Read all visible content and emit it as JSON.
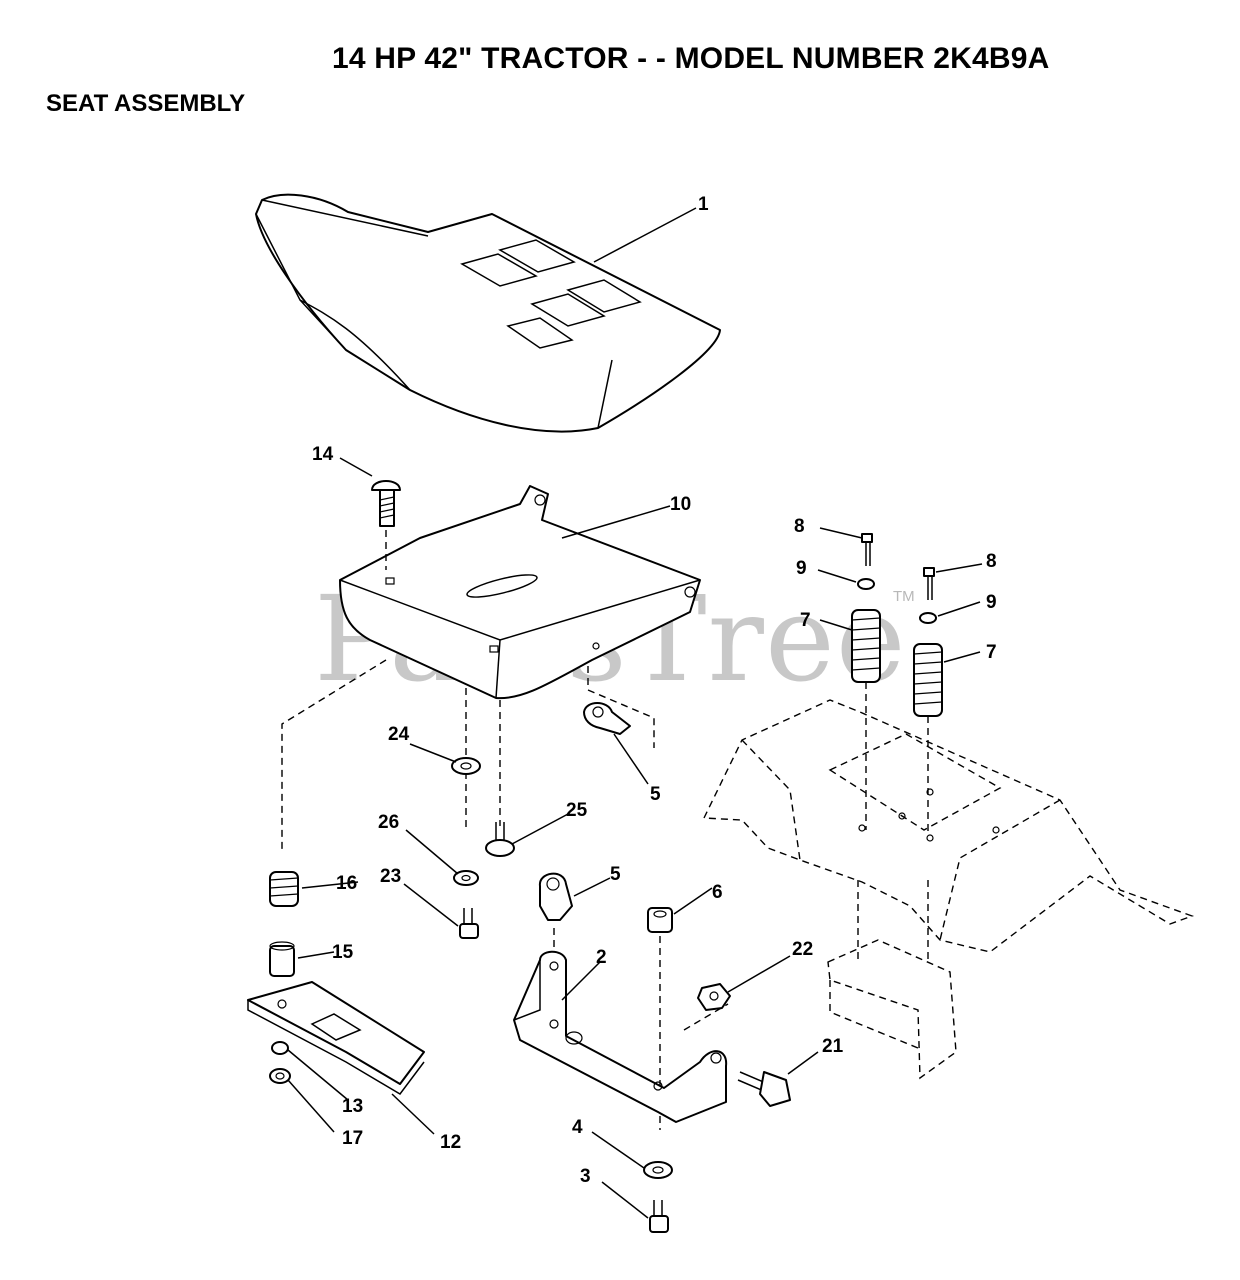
{
  "header": {
    "title": "14 HP 42\" TRACTOR - - MODEL NUMBER 2K4B9A",
    "section": "SEAT ASSEMBLY"
  },
  "watermark": {
    "text": "PartsTree",
    "trademark": "TM"
  },
  "callouts": {
    "c1": "1",
    "c2": "2",
    "c3": "3",
    "c4": "4",
    "c5a": "5",
    "c5b": "5",
    "c6": "6",
    "c7a": "7",
    "c7b": "7",
    "c8a": "8",
    "c8b": "8",
    "c9a": "9",
    "c9b": "9",
    "c10": "10",
    "c12": "12",
    "c13": "13",
    "c14": "14",
    "c15": "15",
    "c16": "16",
    "c17": "17",
    "c21": "21",
    "c22": "22",
    "c23": "23",
    "c24": "24",
    "c25": "25",
    "c26": "26"
  }
}
